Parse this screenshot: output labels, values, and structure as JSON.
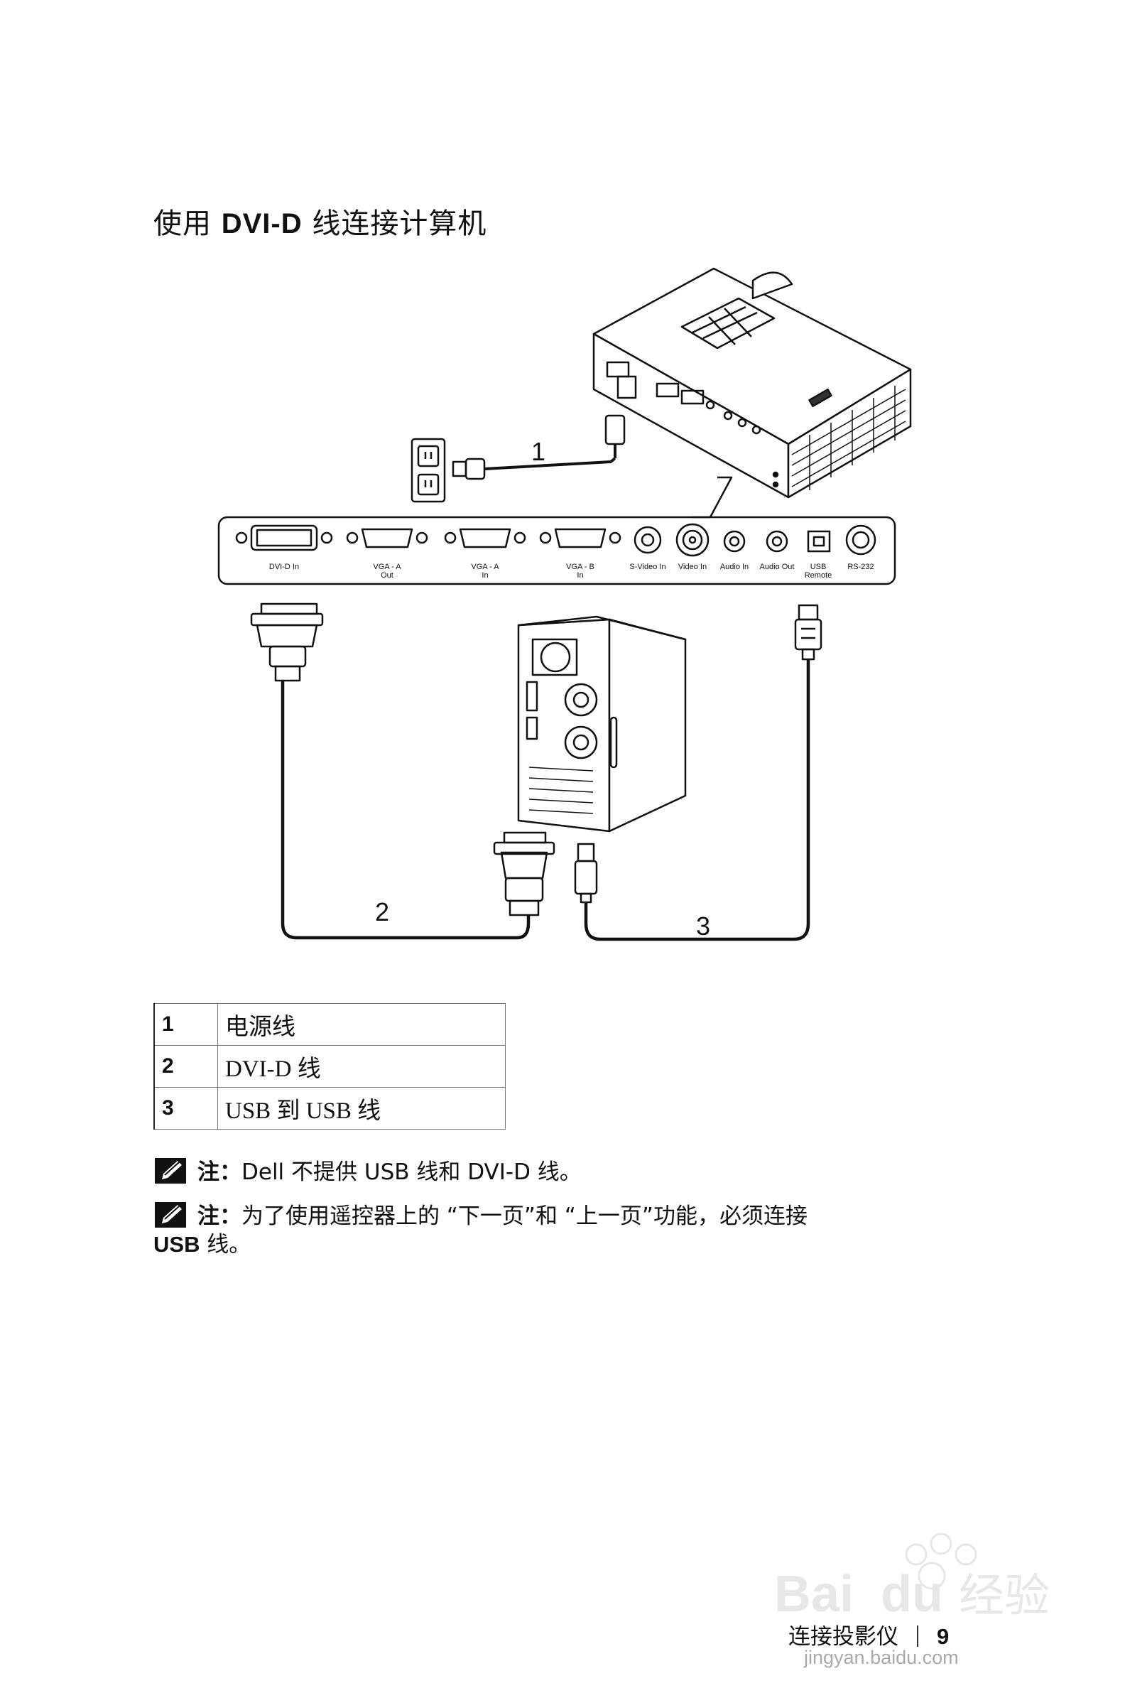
{
  "heading": {
    "prefix": "使用 ",
    "bold": "DVI-D",
    "suffix": " 线连接计算机"
  },
  "diagram": {
    "callouts": [
      "1",
      "2",
      "3"
    ],
    "ports": [
      {
        "line1": "DVI-D In",
        "line2": ""
      },
      {
        "line1": "VGA - A",
        "line2": "Out"
      },
      {
        "line1": "VGA - A",
        "line2": "In"
      },
      {
        "line1": "VGA - B",
        "line2": "In"
      },
      {
        "line1": "S-Video In",
        "line2": ""
      },
      {
        "line1": "Video In",
        "line2": ""
      },
      {
        "line1": "Audio In",
        "line2": ""
      },
      {
        "line1": "Audio Out",
        "line2": ""
      },
      {
        "line1": "USB",
        "line2": "Remote"
      },
      {
        "line1": "RS-232",
        "line2": ""
      }
    ]
  },
  "legend": [
    {
      "num": "1",
      "text": "电源线"
    },
    {
      "num": "2",
      "text": "DVI-D 线"
    },
    {
      "num": "3",
      "text": "USB 到 USB 线"
    }
  ],
  "notes": [
    {
      "label": "注：",
      "text": "Dell 不提供 USB 线和 DVI-D 线。"
    },
    {
      "label": "注：",
      "text": "为了使用遥控器上的 “下一页”和 “上一页”功能，必须连接",
      "text2": "USB",
      "text3": " 线。"
    }
  ],
  "footer": {
    "section": "连接投影仪",
    "page": "9"
  },
  "watermark": {
    "brand": "Bai",
    "brand2": "du",
    "cn": "经验",
    "url": "jingyan.baidu.com"
  }
}
